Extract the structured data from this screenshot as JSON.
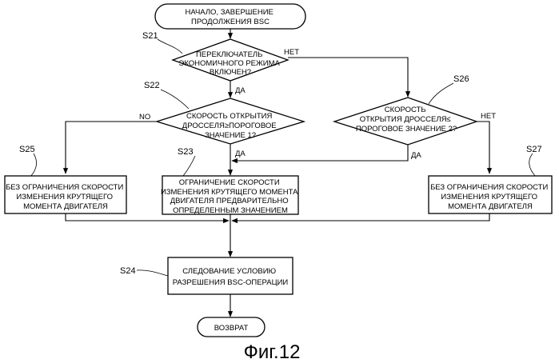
{
  "nodes": {
    "start": [
      "НАЧАЛО, ЗАВЕРШЕНИЕ",
      "ПРОДОЛЖЕНИЯ BSC"
    ],
    "s21_decision": [
      "ПЕРЕКЛЮЧАТЕЛЬ",
      "ЭКОНОМИЧНОГО РЕЖИМА",
      "ВКЛЮЧЕН?"
    ],
    "s22_decision": [
      "СКОРОСТЬ ОТКРЫТИЯ",
      "ДРОССЕЛЯ≥ПОРОГОВОЕ",
      "ЗНАЧЕНИЕ 1?"
    ],
    "s26_decision": [
      "СКОРОСТЬ",
      "ОТКРЫТИЯ ДРОССЕЛЯ≤",
      "ПОРОГОВОЕ ЗНАЧЕНИЕ 2?"
    ],
    "s25_box": [
      "БЕЗ ОГРАНИЧЕНИЯ СКОРОСТИ",
      "ИЗМЕНЕНИЯ КРУТЯЩЕГО",
      "МОМЕНТА ДВИГАТЕЛЯ"
    ],
    "s23_box": [
      "ОГРАНИЧЕНИЕ СКОРОСТИ",
      "ИЗМЕНЕНИЯ КРУТЯЩЕГО МОМЕНТА",
      "ДВИГАТЕЛЯ ПРЕДВАРИТЕЛЬНО",
      "ОПРЕДЕЛЕННЫМ ЗНАЧЕНИЕМ"
    ],
    "s27_box": [
      "БЕЗ ОГРАНИЧЕНИЯ СКОРОСТИ",
      "ИЗМЕНЕНИЯ КРУТЯЩЕГО",
      "МОМЕНТА ДВИГАТЕЛЯ"
    ],
    "s24_box": [
      "СЛЕДОВАНИЕ УСЛОВИЮ",
      "РАЗРЕШЕНИЯ BSC-ОПЕРАЦИИ"
    ],
    "end": [
      "ВОЗВРАТ"
    ]
  },
  "step_labels": {
    "s21": "S21",
    "s22": "S22",
    "s23": "S23",
    "s24": "S24",
    "s25": "S25",
    "s26": "S26",
    "s27": "S27"
  },
  "edge_labels": {
    "s21_no": "НЕТ",
    "s21_yes": "ДА",
    "s22_no": "NO",
    "s22_yes": "ДА",
    "s26_no": "НЕТ",
    "s26_yes": "ДА"
  },
  "caption": "Фиг.12"
}
